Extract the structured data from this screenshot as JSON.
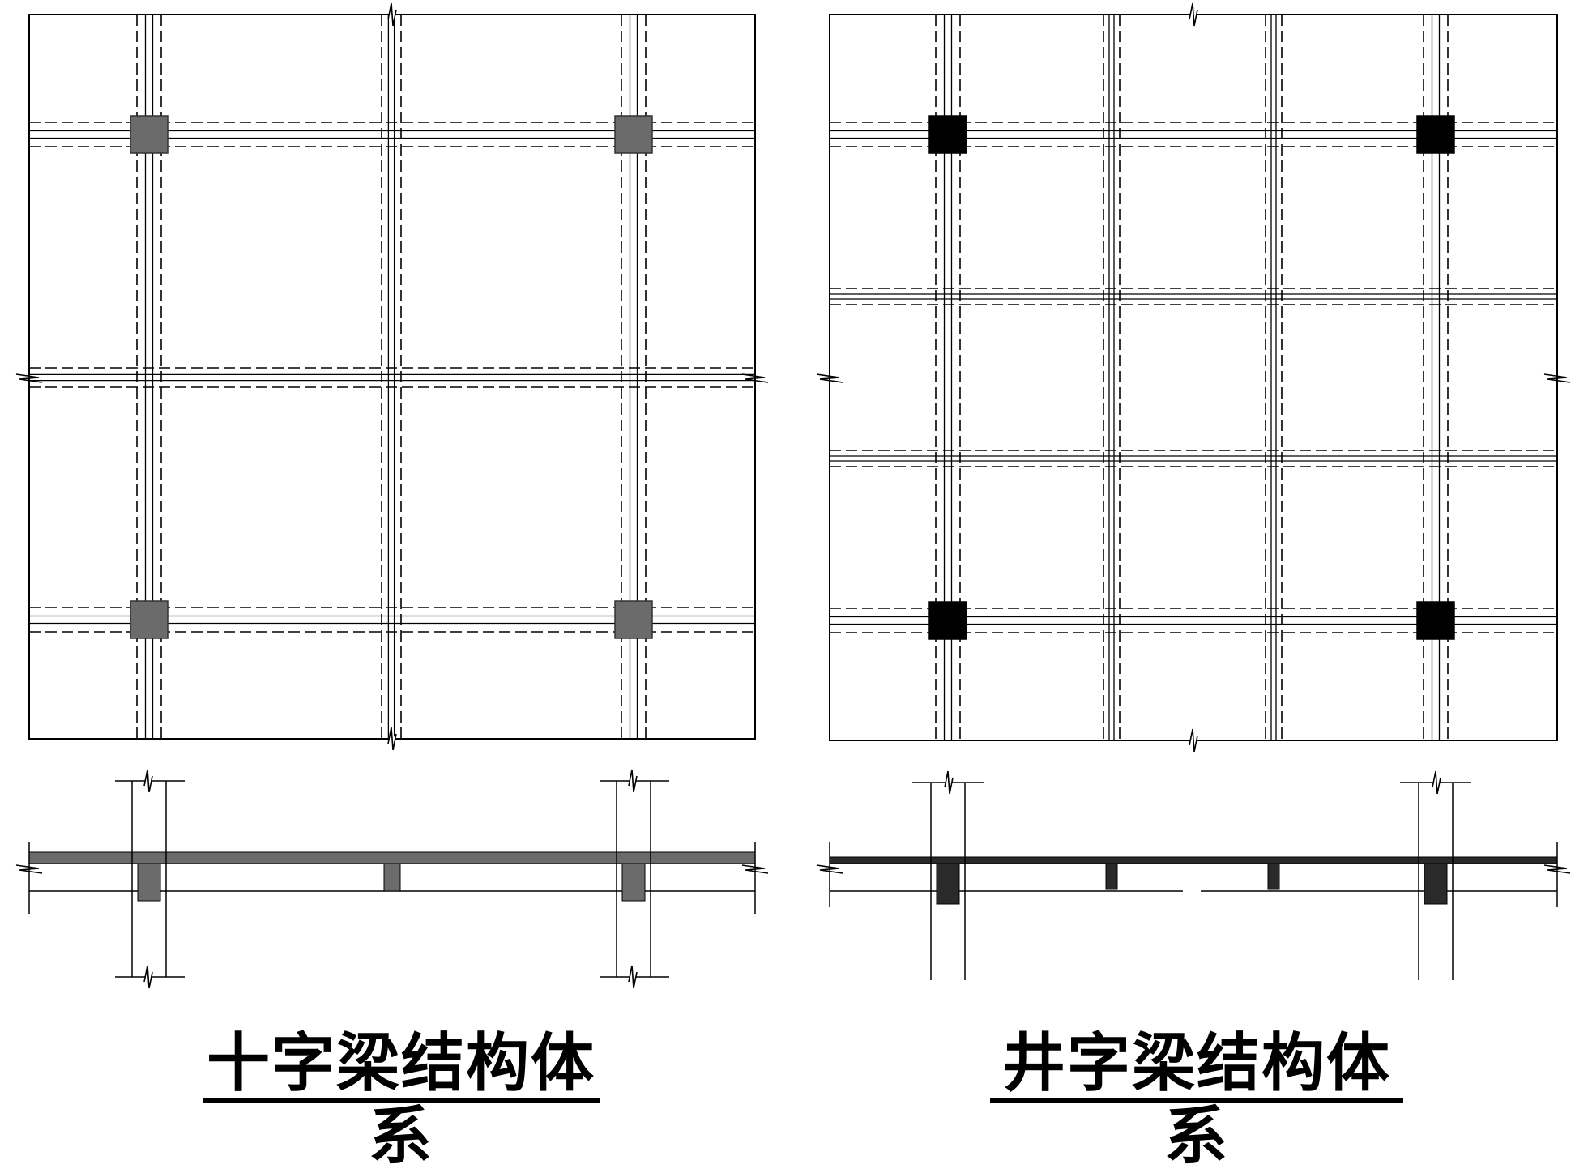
{
  "diagrams": [
    {
      "id": "cross",
      "caption": "十字梁结构体系",
      "column_color": "#6b6b6b",
      "section_color": "#6b6b6b"
    },
    {
      "id": "well",
      "caption": "井字梁结构体系",
      "column_color": "#000000",
      "section_color": "#2a2a2a"
    }
  ]
}
